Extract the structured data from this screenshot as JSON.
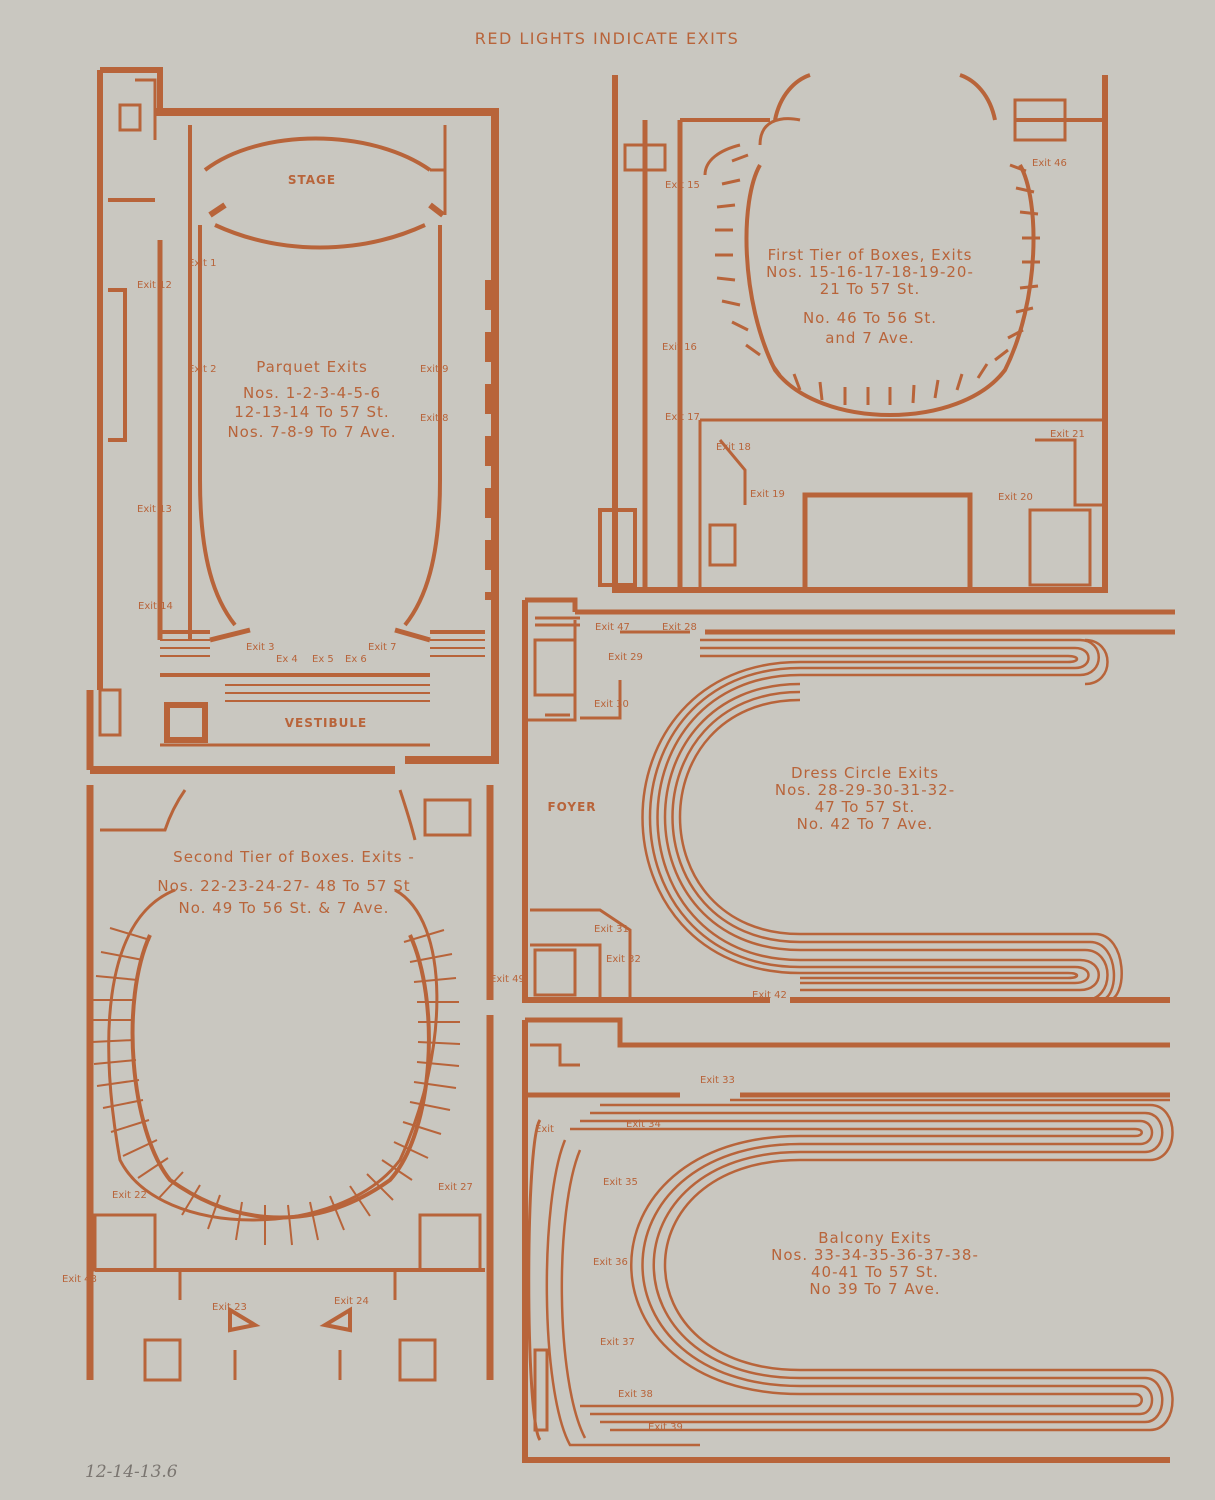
{
  "header": {
    "title": "RED LIGHTS INDICATE EXITS"
  },
  "parquet": {
    "stage": "STAGE",
    "vestibule": "VESTIBULE",
    "title": "Parquet Exits",
    "line1": "Nos. 1-2-3-4-5-6",
    "line2": "12-13-14 To 57 St.",
    "line3": "Nos. 7-8-9 To 7 Ave.",
    "exits": [
      "Exit 1",
      "Exit 2",
      "Exit 12",
      "Exit 13",
      "Exit 14",
      "Exit 9",
      "Exit 8",
      "Exit 3",
      "Ex 4",
      "Ex 5",
      "Ex 6",
      "Exit 7"
    ]
  },
  "first_tier": {
    "line1": "First Tier of Boxes, Exits",
    "line2": "Nos. 15-16-17-18-19-20-",
    "line3": "21 To 57 St.",
    "line4": "No. 46 To 56 St.",
    "line5": "and 7 Ave.",
    "exits": [
      "Exit 15",
      "Exit 16",
      "Exit 17",
      "Exit 18",
      "Exit 19",
      "Exit 20",
      "Exit 21",
      "Exit 46"
    ]
  },
  "dress_circle": {
    "foyer": "FOYER",
    "line1": "Dress Circle Exits",
    "line2": "Nos. 28-29-30-31-32-",
    "line3": "47 To 57 St.",
    "line4": "No. 42 To 7 Ave.",
    "exits": [
      "Exit 47",
      "Exit 28",
      "Exit 29",
      "Exit 30",
      "Exit 31",
      "Exit 32",
      "Exit 42"
    ]
  },
  "second_tier": {
    "line1": "Second Tier of Boxes. Exits -",
    "line2": "Nos. 22-23-24-27- 48 To 57 St",
    "line3": "No. 49 To 56 St. & 7 Ave.",
    "exits": [
      "Exit 49",
      "Exit 22",
      "Exit 27",
      "Exit 48",
      "Exit 23",
      "Exit 24"
    ]
  },
  "balcony": {
    "line1": "Balcony Exits",
    "line2": "Nos. 33-34-35-36-37-38-",
    "line3": "40-41 To 57 St.",
    "line4": "No 39 To 7 Ave.",
    "exits": [
      "Exit 33",
      "Exit",
      "Exit 34",
      "Exit 35",
      "Exit 36",
      "Exit 37",
      "Exit 38",
      "Exit 39"
    ]
  },
  "footer": {
    "handwritten": "12-14-13.6"
  },
  "colors": {
    "ink": "#b8643a",
    "paper": "#c9c7c0",
    "pencil": "#7a7570"
  }
}
